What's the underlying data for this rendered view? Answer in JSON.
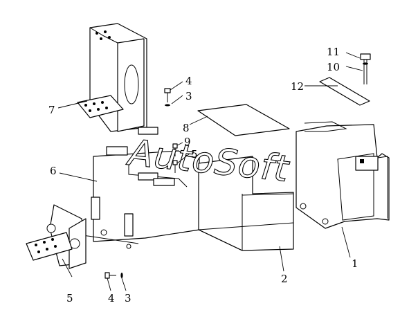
{
  "watermark": "AutoSoft",
  "callouts": {
    "c1": "1",
    "c2": "2",
    "c3a": "3",
    "c3b": "3",
    "c4a": "4",
    "c4b": "4",
    "c5": "5",
    "c6": "6",
    "c7": "7",
    "c8": "8",
    "c9": "9",
    "c10": "10",
    "c11": "11",
    "c12": "12"
  }
}
